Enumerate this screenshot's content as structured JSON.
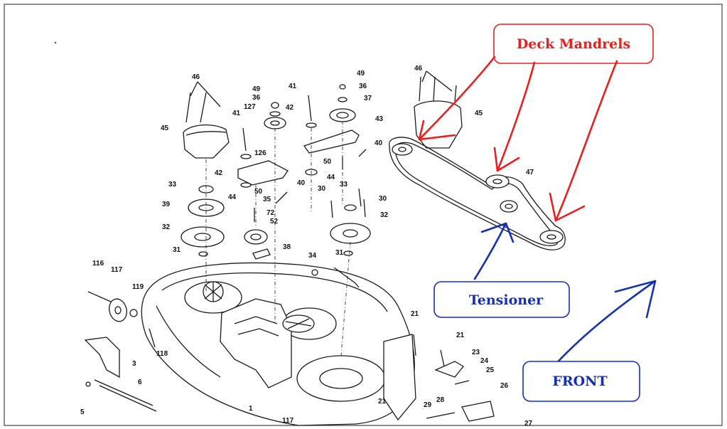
{
  "callouts": {
    "deck_mandrels": "Deck Mandrels",
    "tensioner": "Tensioner",
    "front": "FRONT"
  },
  "colors": {
    "red_annotation": "#e8201d",
    "blue_annotation": "#1530b0",
    "line_art": "#1a1a1a"
  },
  "part_numbers": {
    "p1": "1",
    "p3": "3",
    "p5": "5",
    "p6": "6",
    "p21": "21",
    "p23": "23",
    "p24": "24",
    "p25": "25",
    "p26": "26",
    "p27": "27",
    "p28": "28",
    "p29": "29",
    "p30": "30",
    "p31": "31",
    "p32": "32",
    "p33": "33",
    "p34": "34",
    "p35": "35",
    "p36": "36",
    "p37": "37",
    "p38": "38",
    "p39": "39",
    "p40": "40",
    "p41": "41",
    "p42": "42",
    "p43": "43",
    "p44": "44",
    "p45": "45",
    "p46": "46",
    "p47": "47",
    "p49": "49",
    "p50": "50",
    "p52": "52",
    "p72": "72",
    "p116": "116",
    "p117": "117",
    "p118": "118",
    "p119": "119",
    "p126": "126",
    "p127": "127"
  }
}
